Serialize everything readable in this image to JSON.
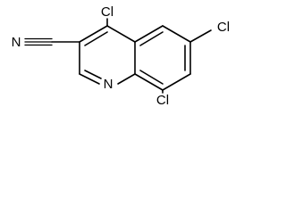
{
  "molecule": {
    "name": "",
    "atoms": {
      "cl_c4": "Cl",
      "cl_c7": "Cl",
      "cl_c8": "Cl",
      "n_nitrile": "N",
      "n_ring": "N"
    }
  },
  "colors": {
    "bond": "#000000",
    "label": "#000000",
    "background": "#ffffff"
  }
}
